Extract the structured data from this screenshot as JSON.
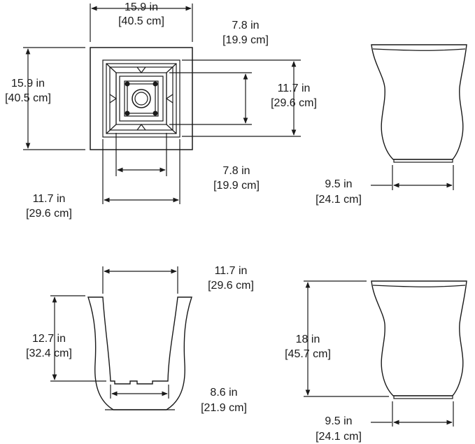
{
  "top_view": {
    "outer_width": {
      "value": "15.9 in",
      "metric": "[40.5 cm]"
    },
    "outer_depth": {
      "value": "15.9 in",
      "metric": "[40.5 cm]"
    },
    "inner_top": {
      "value": "7.8 in",
      "metric": "[19.9 cm]"
    },
    "inner_right": {
      "value": "11.7 in",
      "metric": "[29.6 cm]"
    },
    "inner_bottom": {
      "value": "7.8 in",
      "metric": "[19.9 cm]"
    },
    "base_width": {
      "value": "11.7 in",
      "metric": "[29.6 cm]"
    }
  },
  "front_view_top": {
    "base_width": {
      "value": "9.5 in",
      "metric": "[24.1 cm]"
    }
  },
  "section_view": {
    "opening_width": {
      "value": "11.7 in",
      "metric": "[29.6 cm]"
    },
    "inner_depth": {
      "value": "12.7 in",
      "metric": "[32.4 cm]"
    },
    "inner_bottom_width": {
      "value": "8.6 in",
      "metric": "[21.9 cm]"
    }
  },
  "front_view_bottom": {
    "height": {
      "value": "18 in",
      "metric": "[45.7 cm]"
    },
    "base_width": {
      "value": "9.5 in",
      "metric": "[24.1 cm]"
    }
  }
}
